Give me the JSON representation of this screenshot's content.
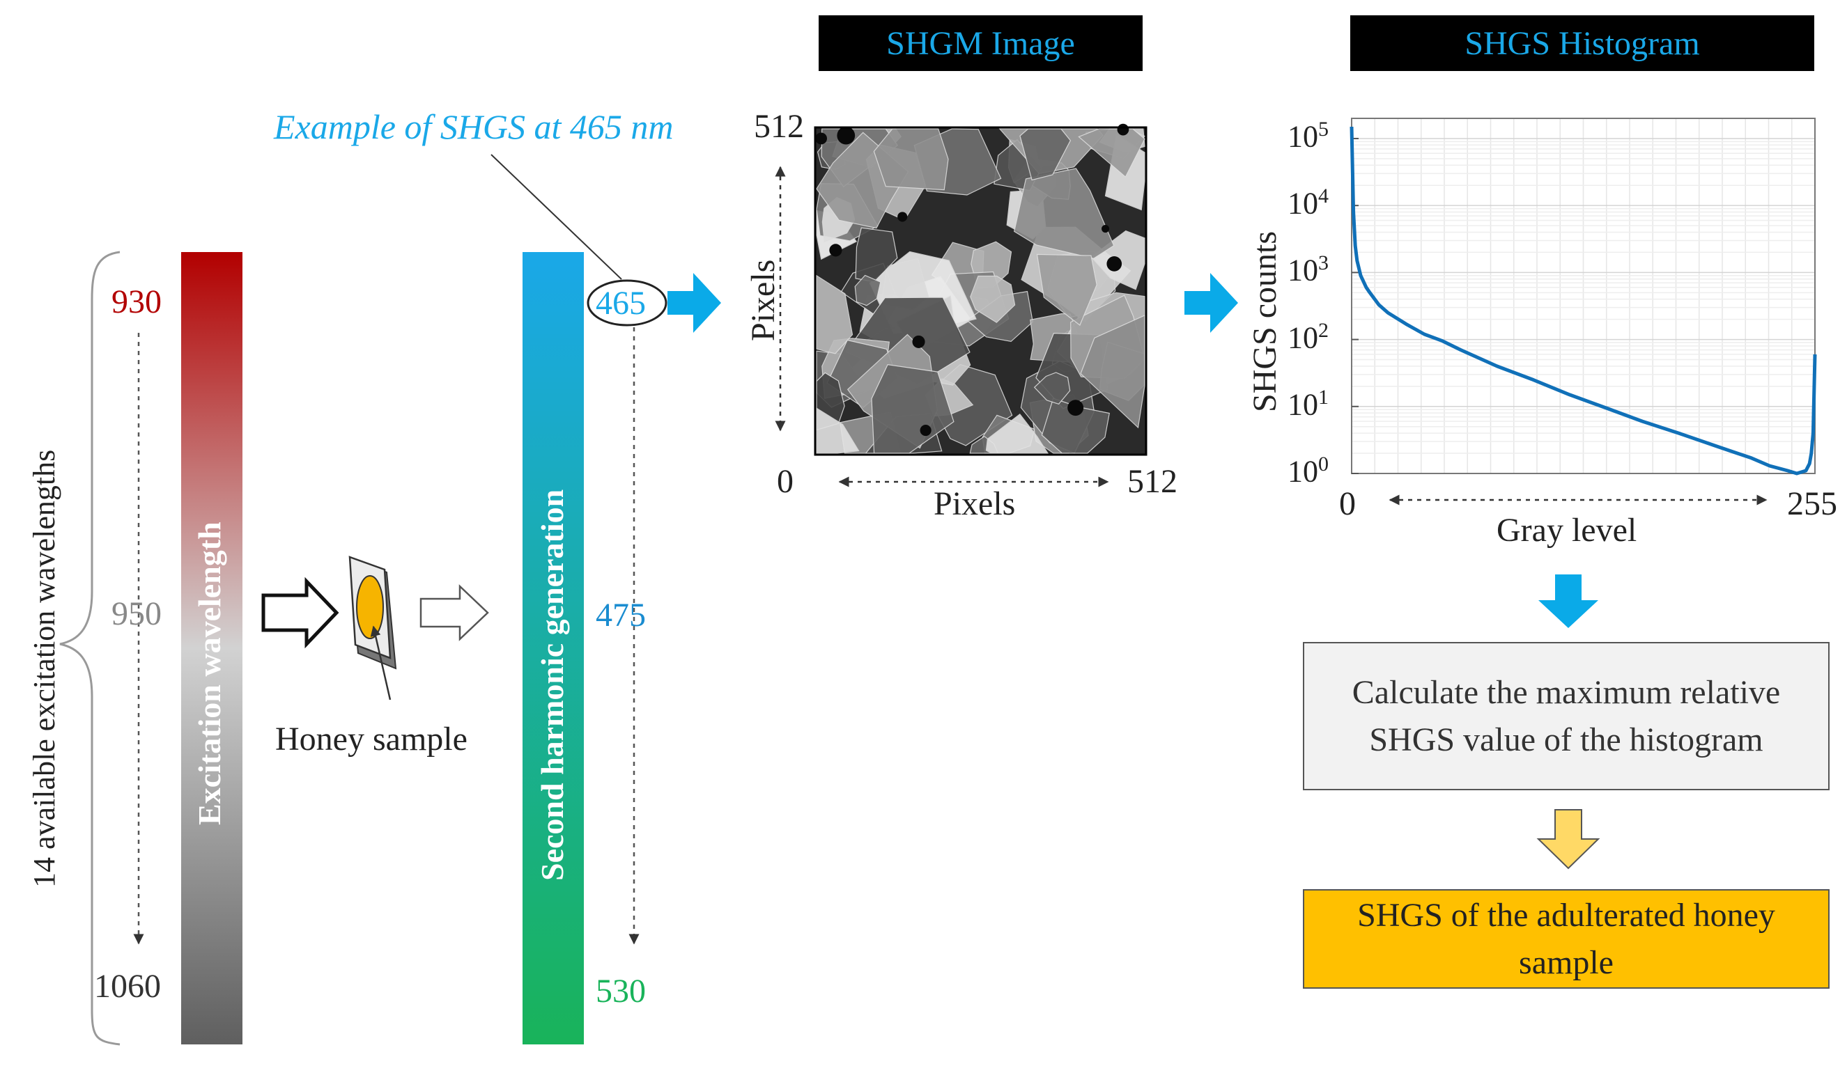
{
  "headers": {
    "shgm_image": "SHGM Image",
    "shgs_histogram": "SHGS Histogram"
  },
  "example_label": "Example of SHGS at 465 nm",
  "excitation": {
    "brace_label": "14 available excitation wavelengths",
    "bar_label": "Excitation wavelength",
    "ticks": [
      "930",
      "950",
      "1060"
    ],
    "colors": {
      "top": "#b20000",
      "mid": "#d2d2d2",
      "bottom": "#5f5f5f",
      "tick_930": "#b20000",
      "tick_950": "#888888",
      "tick_1060": "#333333"
    }
  },
  "sample": {
    "label": "Honey sample",
    "color": "#f6b400"
  },
  "shg": {
    "bar_label": "Second harmonic generation",
    "ticks": [
      "465",
      "475",
      "530"
    ],
    "colors": {
      "top": "#1aa8e8",
      "bottom": "#19b35a",
      "tick_465": "#1aa8e8",
      "tick_475": "#1a8cd0",
      "tick_530": "#19b35a"
    }
  },
  "image_panel": {
    "x_label": "Pixels",
    "y_label": "Pixels",
    "x_min": "0",
    "x_max": "512",
    "y_max": "512"
  },
  "histogram": {
    "y_label": "SHGS counts",
    "x_label": "Gray level",
    "x_min": "0",
    "x_max": "255",
    "y_ticks": [
      {
        "base": "10",
        "exp": "5"
      },
      {
        "base": "10",
        "exp": "4"
      },
      {
        "base": "10",
        "exp": "3"
      },
      {
        "base": "10",
        "exp": "2"
      },
      {
        "base": "10",
        "exp": "1"
      },
      {
        "base": "10",
        "exp": "0"
      }
    ],
    "line_color": "#1070b8"
  },
  "chart_data": {
    "type": "line",
    "x": [
      0,
      1,
      2,
      3,
      5,
      8,
      10,
      15,
      20,
      30,
      40,
      50,
      60,
      80,
      100,
      120,
      140,
      160,
      180,
      200,
      210,
      220,
      230,
      240,
      245,
      250,
      252,
      253,
      254,
      255
    ],
    "y": [
      150000,
      8000,
      2500,
      1500,
      900,
      600,
      500,
      330,
      250,
      170,
      120,
      95,
      70,
      40,
      25,
      15,
      9.5,
      6,
      4,
      2.6,
      2.1,
      1.7,
      1.3,
      1.1,
      1.0,
      1.1,
      1.4,
      2.0,
      4.0,
      60
    ],
    "xlim": [
      0,
      255
    ],
    "ylim": [
      1,
      200000
    ],
    "y_scale": "log",
    "grid": true
  },
  "flow": {
    "calc_text": "Calculate the maximum relative SHGS value of the histogram",
    "result_text": "SHGS of the adulterated honey sample",
    "calc_fill": "#f2f2f2",
    "result_fill": "#ffc000",
    "blue_arrow": "#0aaae8",
    "yellow_arrow": "#ffd966"
  }
}
